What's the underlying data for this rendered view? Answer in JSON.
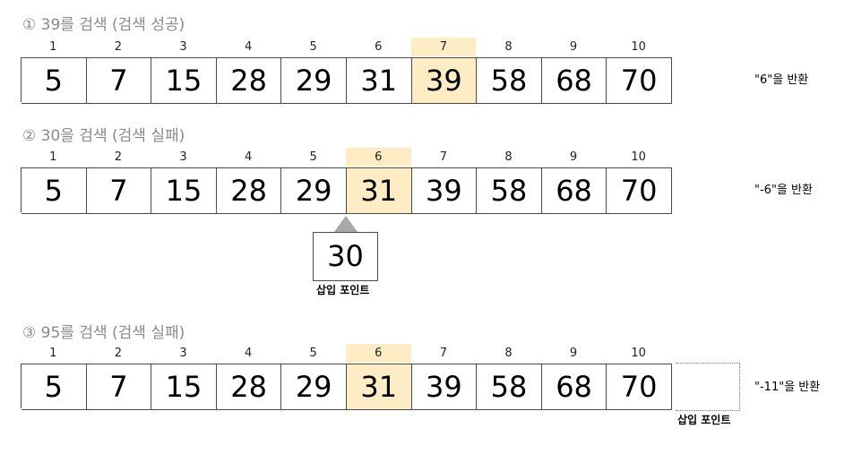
{
  "sections": [
    {
      "title": "① 39를 검색 (검색 성공)",
      "indices": [
        "1",
        "2",
        "3",
        "4",
        "5",
        "6",
        "7",
        "8",
        "9",
        "10"
      ],
      "values": [
        "5",
        "7",
        "15",
        "28",
        "29",
        "31",
        "39",
        "58",
        "68",
        "70"
      ],
      "highlight_index": 6,
      "result": "\"6\"을 반환"
    },
    {
      "title": "② 30을 검색 (검색 실패)",
      "indices": [
        "1",
        "2",
        "3",
        "4",
        "5",
        "6",
        "7",
        "8",
        "9",
        "10"
      ],
      "values": [
        "5",
        "7",
        "15",
        "28",
        "29",
        "31",
        "39",
        "58",
        "68",
        "70"
      ],
      "highlight_index": 5,
      "result": "\"-6\"을 반환",
      "insert_value": "30",
      "insert_label": "삽입 포인트"
    },
    {
      "title": "③ 95를 검색 (검색 실패)",
      "indices": [
        "1",
        "2",
        "3",
        "4",
        "5",
        "6",
        "7",
        "8",
        "9",
        "10"
      ],
      "values": [
        "5",
        "7",
        "15",
        "28",
        "29",
        "31",
        "39",
        "58",
        "68",
        "70"
      ],
      "highlight_index": 5,
      "result": "\"-11\"을 반환",
      "insert_label": "삽입 포인트"
    }
  ],
  "colors": {
    "highlight": "#fdecc4",
    "pointer": "#a8a8a8",
    "title": "#8a8a8a",
    "border": "#4a4a4a"
  }
}
